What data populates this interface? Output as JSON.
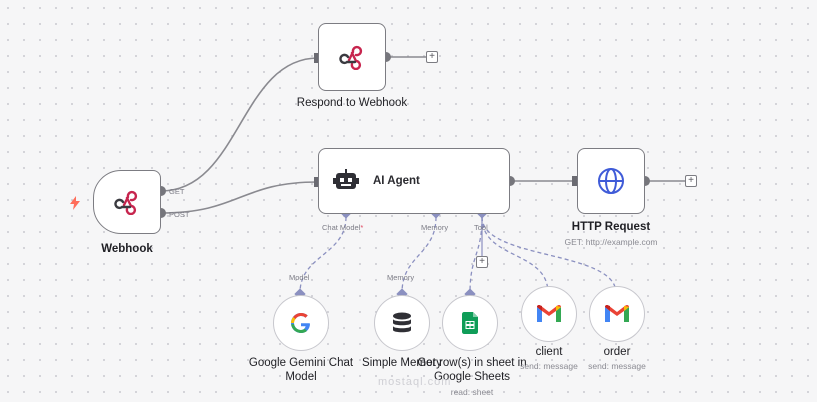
{
  "nodes": {
    "webhook": {
      "label": "Webhook",
      "out_get": "GET",
      "out_post": "POST"
    },
    "respond": {
      "label": "Respond to Webhook"
    },
    "agent": {
      "label": "AI Agent",
      "in_chat_model": "Chat Model",
      "required_mark": "*",
      "in_memory": "Memory",
      "in_tool": "Tool"
    },
    "http": {
      "label": "HTTP Request",
      "subtitle": "GET: http://example.com"
    },
    "gemini": {
      "label": "Google Gemini Chat Model",
      "port": "Model"
    },
    "memory": {
      "label": "Simple Memory",
      "port": "Memory"
    },
    "sheets": {
      "label": "Get row(s) in sheet in Google Sheets",
      "subtitle": "read: sheet"
    },
    "gmail_client": {
      "label": "client",
      "subtitle": "send: message"
    },
    "gmail_order": {
      "label": "order",
      "subtitle": "send: message"
    }
  },
  "plus_symbol": "+",
  "watermark": "mostaql.com",
  "colors": {
    "wire": "#7c7c82",
    "ai_port": "#8b90c0",
    "trigger": "#ff6d5a",
    "globe": "#3f5bd8"
  }
}
